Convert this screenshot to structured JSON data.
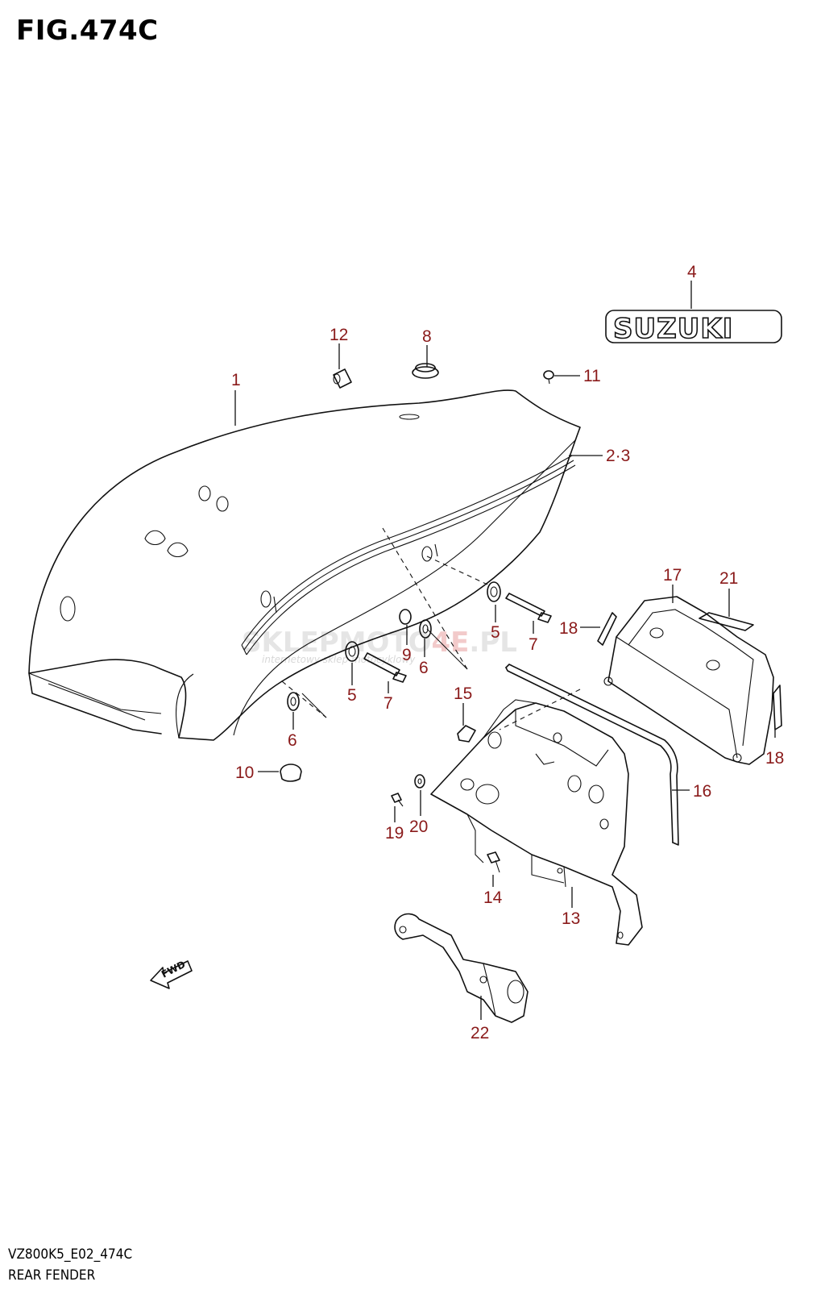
{
  "figure": {
    "title": "FIG.474C",
    "code": "VZ800K5_E02_474C",
    "name": "REAR FENDER"
  },
  "logo": {
    "text": "SUZUKI"
  },
  "watermark": {
    "brand_a": "SKLEPMOTO",
    "brand_b": "4E",
    "brand_c": ".PL",
    "tagline": "internetowy sklep motocyklowy"
  },
  "fwd_label": "FWD",
  "callouts": [
    {
      "id": "c1",
      "label": "1"
    },
    {
      "id": "c23",
      "label": "2·3"
    },
    {
      "id": "c4",
      "label": "4"
    },
    {
      "id": "c5a",
      "label": "5"
    },
    {
      "id": "c5b",
      "label": "5"
    },
    {
      "id": "c6a",
      "label": "6"
    },
    {
      "id": "c6b",
      "label": "6"
    },
    {
      "id": "c7a",
      "label": "7"
    },
    {
      "id": "c7b",
      "label": "7"
    },
    {
      "id": "c8",
      "label": "8"
    },
    {
      "id": "c9",
      "label": "9"
    },
    {
      "id": "c10",
      "label": "10"
    },
    {
      "id": "c11",
      "label": "11"
    },
    {
      "id": "c12",
      "label": "12"
    },
    {
      "id": "c13",
      "label": "13"
    },
    {
      "id": "c14",
      "label": "14"
    },
    {
      "id": "c15",
      "label": "15"
    },
    {
      "id": "c16",
      "label": "16"
    },
    {
      "id": "c17",
      "label": "17"
    },
    {
      "id": "c18a",
      "label": "18"
    },
    {
      "id": "c18b",
      "label": "18"
    },
    {
      "id": "c19",
      "label": "19"
    },
    {
      "id": "c20",
      "label": "20"
    },
    {
      "id": "c21",
      "label": "21"
    },
    {
      "id": "c22",
      "label": "22"
    }
  ]
}
